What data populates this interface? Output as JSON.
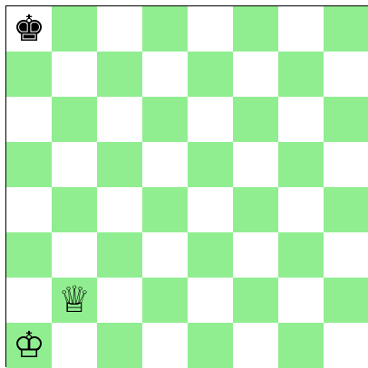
{
  "board": {
    "size": 8,
    "light_color": "#ffffff",
    "dark_color": "#90ee90",
    "pieces": [
      {
        "name": "black-king",
        "glyph": "♚",
        "square": "a8",
        "color": "black",
        "type": "king"
      },
      {
        "name": "white-queen",
        "glyph": "♕",
        "square": "b2",
        "color": "white",
        "type": "queen"
      },
      {
        "name": "white-king",
        "glyph": "♔",
        "square": "a1",
        "color": "white",
        "type": "king"
      }
    ]
  }
}
